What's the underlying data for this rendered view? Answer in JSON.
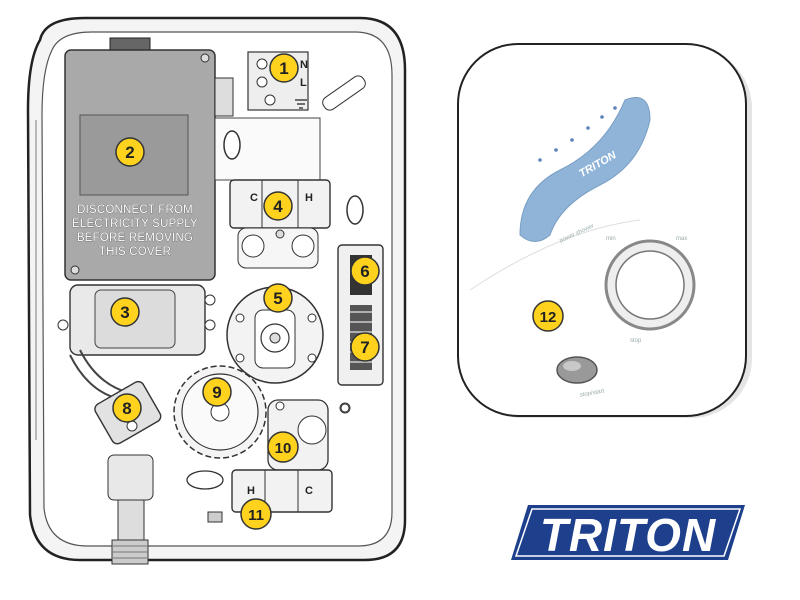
{
  "warning_label": [
    "DISCONNECT FROM",
    "ELECTRICITY SUPPLY",
    "BEFORE REMOVING",
    "THIS COVER"
  ],
  "valve_top_labels": [
    "C",
    "H"
  ],
  "valve_bottom_labels": [
    "H",
    "C"
  ],
  "terminal_labels": [
    "N",
    "L"
  ],
  "callouts": [
    "1",
    "2",
    "3",
    "4",
    "5",
    "6",
    "7",
    "8",
    "9",
    "10",
    "11",
    "12"
  ],
  "brand": "TRITON",
  "panel_brand": "TRITON",
  "panel_small_text": [
    "power shower",
    "max",
    "min",
    "stop",
    "stop/start"
  ],
  "colors": {
    "callout_fill": "#ffd21e",
    "callout_stroke": "#333333",
    "logo_blue": "#1d3f8c",
    "cover_gray": "#a9a9a9",
    "panel_accent": "#8fb4d8"
  }
}
